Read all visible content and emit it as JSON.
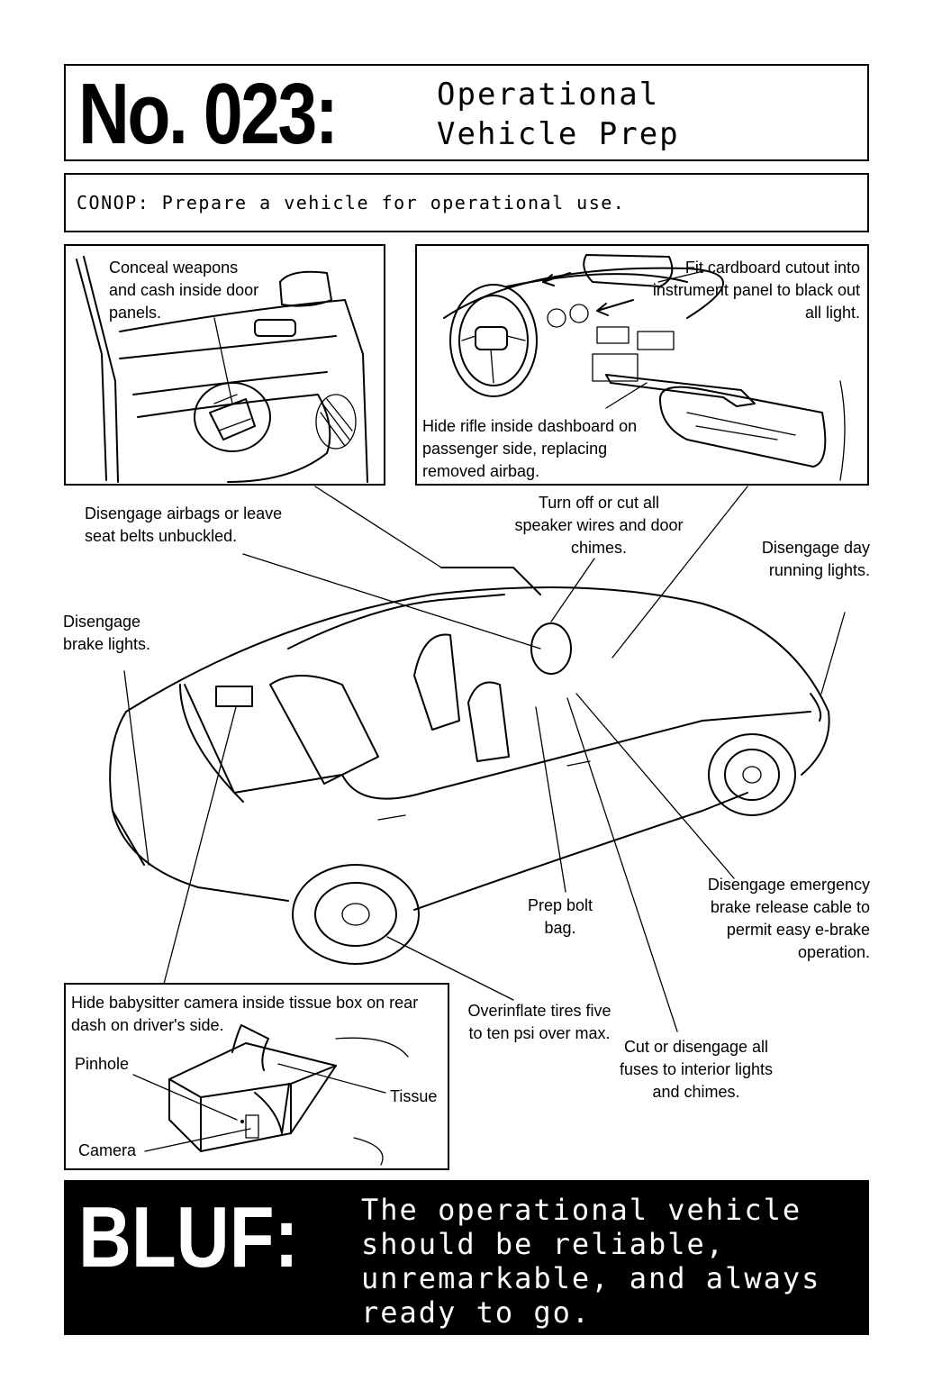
{
  "header": {
    "number": "No. 023:",
    "title_line1": "Operational",
    "title_line2": "Vehicle Prep"
  },
  "conop": "CONOP: Prepare a vehicle for operational use.",
  "panels": {
    "door": {
      "label": "Conceal weapons and cash inside door panels."
    },
    "dashboard": {
      "cutout_label": "Fit cardboard cutout into instrument panel to black out all light.",
      "rifle_label": "Hide rifle inside dashboard on passenger side, replacing removed airbag."
    },
    "tissue_box": {
      "title": "Hide babysitter camera inside tissue box on rear dash on driver's side.",
      "pinhole": "Pinhole",
      "tissue": "Tissue",
      "camera": "Camera"
    }
  },
  "callouts": {
    "airbags": "Disengage airbags or leave seat belts unbuckled.",
    "speaker": "Turn off or cut all speaker wires and door chimes.",
    "day_lights": "Disengage day running lights.",
    "brake_lights": "Disengage brake lights.",
    "emergency_brake": "Disengage emergency brake release cable to permit easy e-brake operation.",
    "bolt_bag": "Prep bolt bag.",
    "tires": "Overinflate tires five to ten psi over max.",
    "fuses": "Cut or disengage all fuses to interior lights and chimes."
  },
  "bluf": {
    "label": "BLUF:",
    "text": "The operational vehicle should be reliable, unremarkable, and always ready to go."
  }
}
